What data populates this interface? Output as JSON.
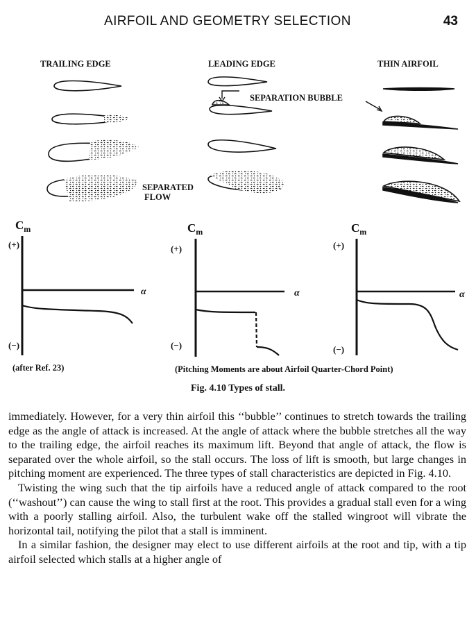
{
  "header": {
    "title": "AIRFOIL AND GEOMETRY SELECTION",
    "page_number": "43"
  },
  "figure": {
    "columns": [
      "TRAILING EDGE",
      "LEADING EDGE",
      "THIN AIRFOIL"
    ],
    "annotations": {
      "separation_bubble": "SEPARATION BUBBLE",
      "separated_line1": "SEPARATED",
      "separated_line2": "FLOW"
    },
    "plots": [
      {
        "ylabel": "C",
        "ysub": "m",
        "plus": "(+)",
        "minus": "(−)",
        "alpha": "α"
      },
      {
        "ylabel": "C",
        "ysub": "m",
        "plus": "(+)",
        "minus": "(−)",
        "alpha": "α"
      },
      {
        "ylabel": "C",
        "ysub": "m",
        "plus": "(+)",
        "minus": "(−)",
        "alpha": "α"
      }
    ],
    "ref_note": "(after Ref. 23)",
    "pitching_note": "(Pitching Moments are about Airfoil Quarter-Chord Point)",
    "caption": "Fig. 4.10   Types of stall."
  },
  "body": {
    "paragraphs": [
      "immediately. However, for a very thin airfoil this ‘‘bubble’’ continues to stretch towards the trailing edge as the angle of attack is increased. At the angle of attack where the bubble stretches all the way to the trailing edge, the airfoil reaches its maximum lift. Beyond that angle of attack, the flow is separated over the whole airfoil, so the stall occurs. The loss of lift is smooth, but large changes in pitching moment are experienced. The three types of stall characteristics are depicted in Fig. 4.10.",
      "Twisting the wing such that the tip airfoils have a reduced angle of attack compared to the root (‘‘washout’’) can cause the wing to stall first at the root. This provides a gradual stall even for a wing with a poorly stalling airfoil. Also, the turbulent wake off the stalled wingroot will vibrate the horizontal tail, notifying the pilot that a stall is imminent.",
      "In a similar fashion, the designer may elect to use different airfoils at the root and tip, with a tip airfoil selected which stalls at a higher angle of"
    ]
  }
}
